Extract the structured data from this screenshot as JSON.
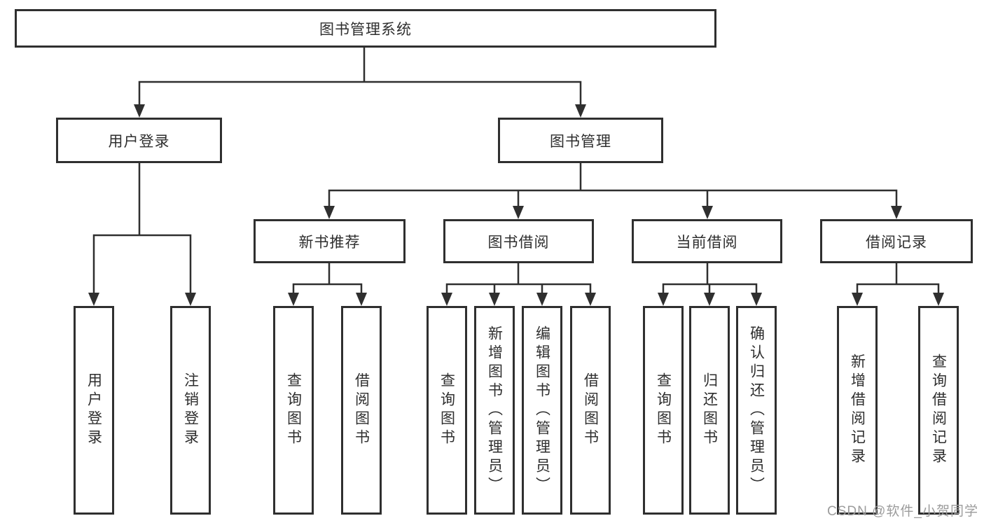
{
  "tree": {
    "label": "图书管理系统",
    "children": [
      {
        "label": "用户登录",
        "children": [
          {
            "label": "用户登录"
          },
          {
            "label": "注销登录"
          }
        ]
      },
      {
        "label": "图书管理",
        "children": [
          {
            "label": "新书推荐",
            "children": [
              {
                "label": "查询图书"
              },
              {
                "label": "借阅图书"
              }
            ]
          },
          {
            "label": "图书借阅",
            "children": [
              {
                "label": "查询图书"
              },
              {
                "label": "新增图书（管理员）"
              },
              {
                "label": "编辑图书（管理员）"
              },
              {
                "label": "借阅图书"
              }
            ]
          },
          {
            "label": "当前借阅",
            "children": [
              {
                "label": "查询图书"
              },
              {
                "label": "归还图书"
              },
              {
                "label": "确认归还（管理员）"
              }
            ]
          },
          {
            "label": "借阅记录",
            "children": [
              {
                "label": "新增借阅记录"
              },
              {
                "label": "查询借阅记录"
              }
            ]
          }
        ]
      }
    ]
  },
  "watermark": {
    "text": "CSDN @软件_小贺同学"
  },
  "colors": {
    "line": "#2f2f2f",
    "box_border": "#2f2f2f",
    "text": "#2e2e2e",
    "watermark": "#9c9c9c",
    "background": "#ffffff"
  }
}
